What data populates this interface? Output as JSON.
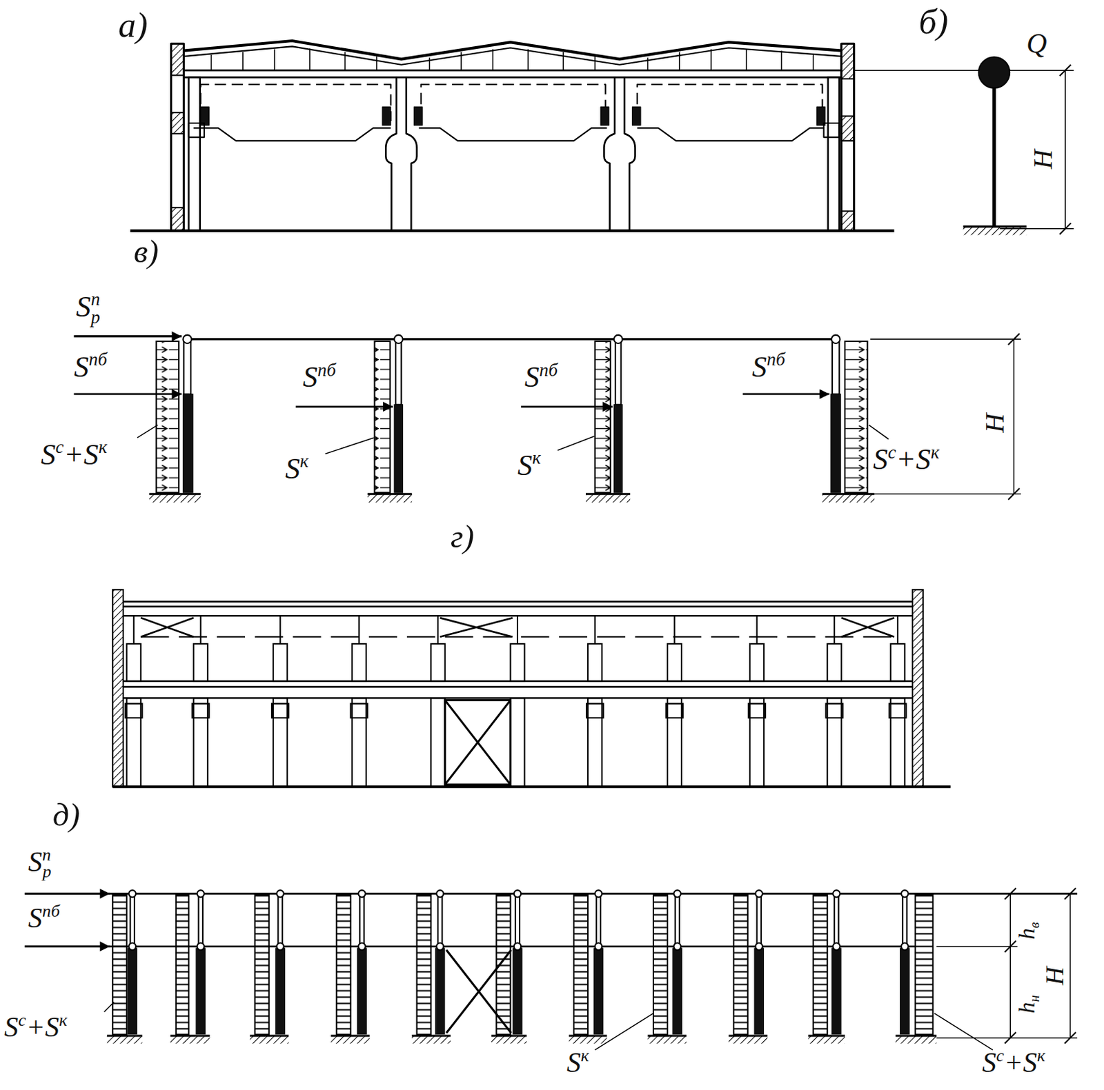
{
  "diagram": {
    "labels": [
      "а)",
      "б)",
      "Q",
      "H",
      "в)",
      "S",
      "n",
      "p",
      "S",
      "пб",
      "S",
      "пб",
      "S",
      "пб",
      "S",
      "пб",
      "S",
      "c",
      "+",
      "S",
      "к",
      "S",
      "к",
      "S",
      "к",
      "S",
      "c",
      "+",
      "S",
      "к",
      "H",
      "г)",
      "д)",
      "S",
      "n",
      "p",
      "S",
      "пб",
      "S",
      "c",
      "+",
      "S",
      "к",
      "S",
      "к",
      "S",
      "c",
      "+",
      "S",
      "к",
      "h",
      "в",
      "h",
      "н",
      "H"
    ]
  }
}
